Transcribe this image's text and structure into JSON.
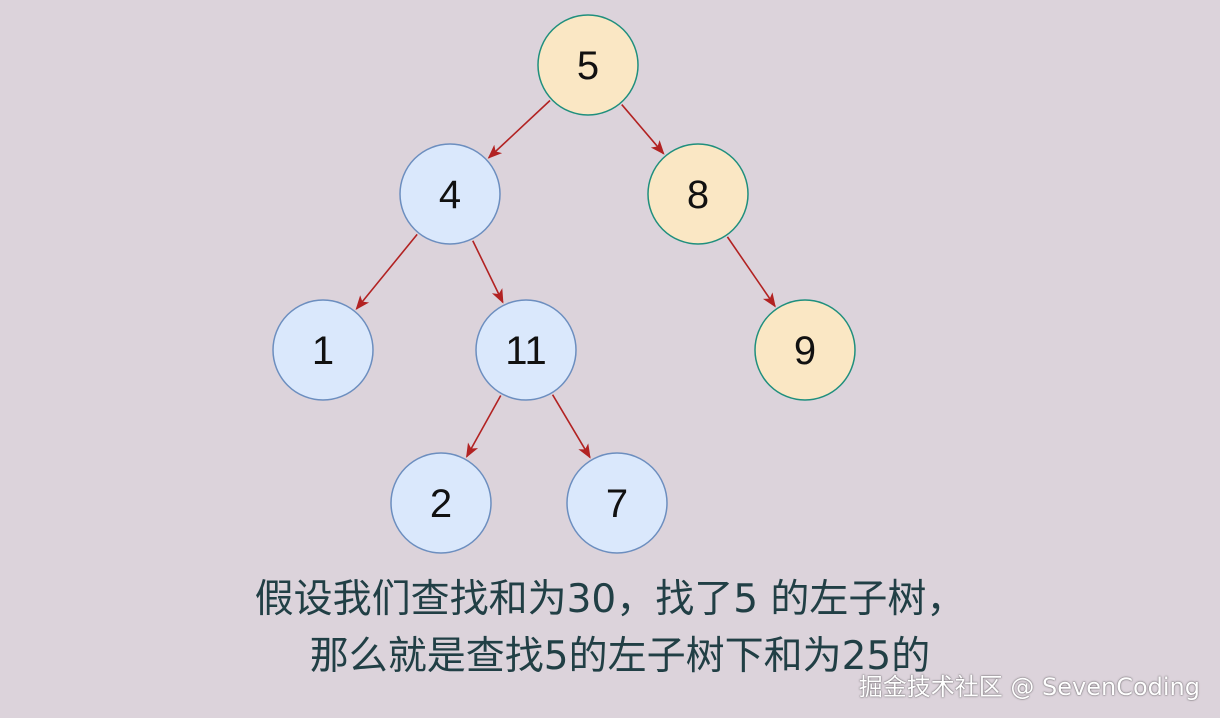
{
  "colors": {
    "background": "#dcd3db",
    "blue_node_fill": "#dae8fc",
    "blue_node_stroke": "#6c8ebf",
    "yellow_node_fill": "#fae7c4",
    "yellow_node_stroke": "#1f8f7d",
    "edge": "#b22222",
    "caption_text": "#213f45"
  },
  "tree": {
    "nodes": [
      {
        "id": "n5",
        "label": "5",
        "style": "highlight"
      },
      {
        "id": "n4",
        "label": "4",
        "style": "normal"
      },
      {
        "id": "n8",
        "label": "8",
        "style": "highlight"
      },
      {
        "id": "n1",
        "label": "1",
        "style": "normal"
      },
      {
        "id": "n11",
        "label": "11",
        "style": "normal"
      },
      {
        "id": "n9",
        "label": "9",
        "style": "highlight"
      },
      {
        "id": "n2",
        "label": "2",
        "style": "normal"
      },
      {
        "id": "n7",
        "label": "7",
        "style": "normal"
      }
    ],
    "edges": [
      {
        "from": "n5",
        "to": "n4"
      },
      {
        "from": "n5",
        "to": "n8"
      },
      {
        "from": "n4",
        "to": "n1"
      },
      {
        "from": "n4",
        "to": "n11"
      },
      {
        "from": "n8",
        "to": "n9"
      },
      {
        "from": "n11",
        "to": "n2"
      },
      {
        "from": "n11",
        "to": "n7"
      }
    ]
  },
  "caption": {
    "line1": "假设我们查找和为30，找了5 的左子树，",
    "line2": "那么就是查找5的左子树下和为25的"
  },
  "watermark": "掘金技术社区 @ SevenCoding"
}
